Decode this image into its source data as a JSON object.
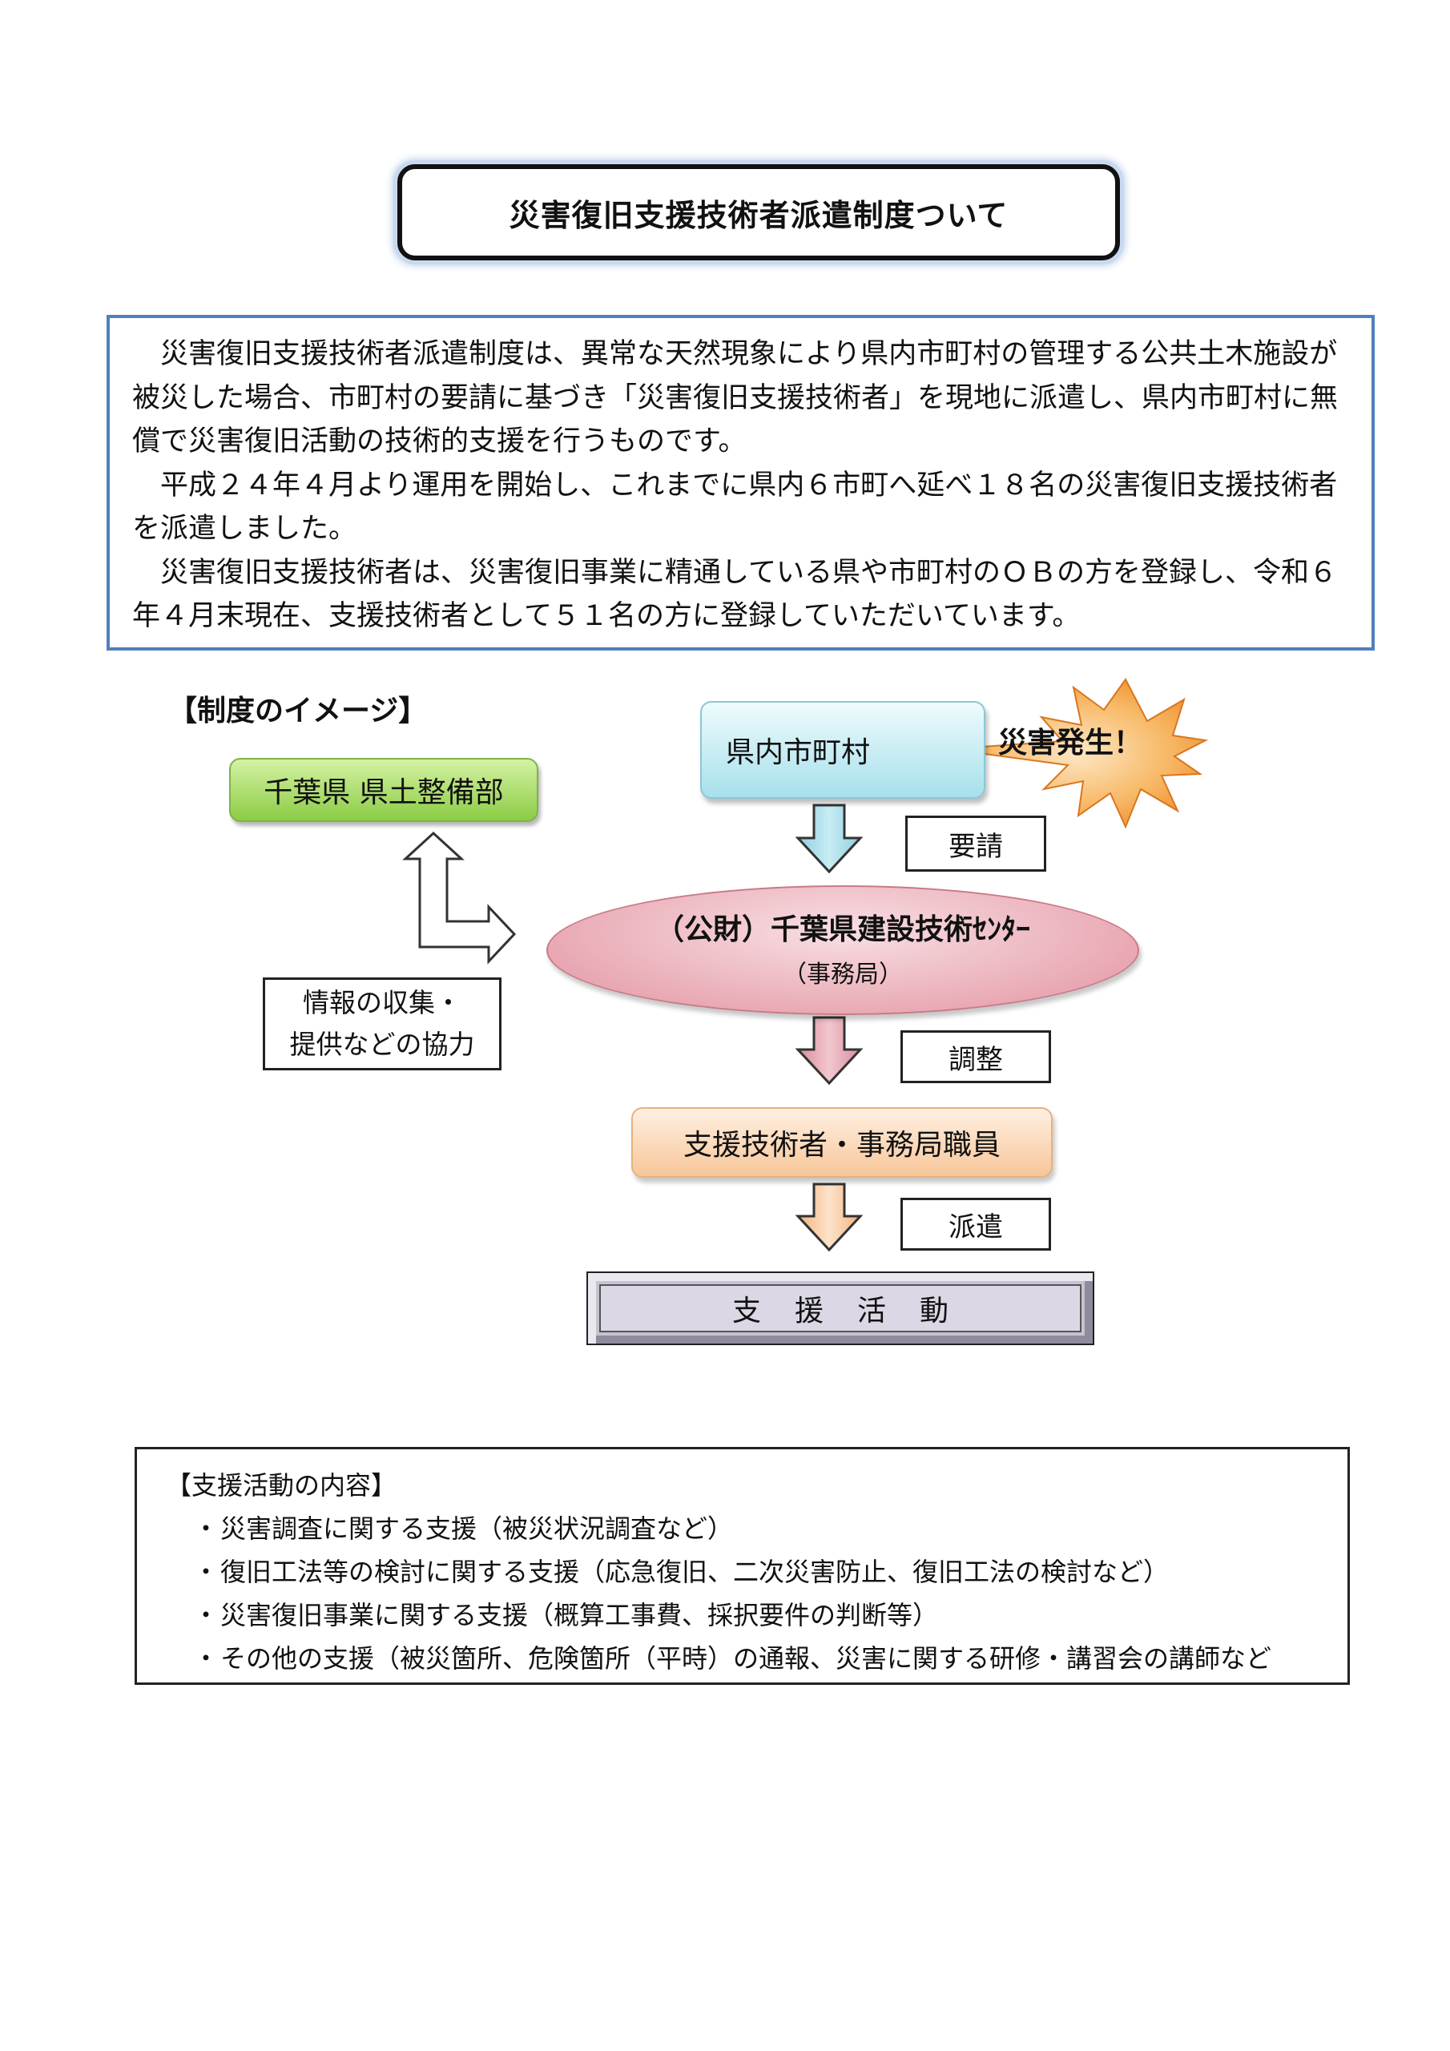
{
  "title": "災害復旧支援技術者派遣制度ついて",
  "intro": {
    "paragraphs": [
      "災害復旧支援技術者派遣制度は、異常な天然現象により県内市町村の管理する公共土木施設が被災した場合、市町村の要請に基づき「災害復旧支援技術者」を現地に派遣し、県内市町村に無償で災害復旧活動の技術的支援を行うものです。",
      "平成２４年４月より運用を開始し、これまでに県内６市町へ延べ１８名の災害復旧支援技術者を派遣しました。",
      "災害復旧支援技術者は、災害復旧事業に精通している県や市町村のＯＢの方を登録し、令和６年４月末現在、支援技術者として５１名の方に登録していただいています。"
    ]
  },
  "diagram": {
    "section_label": "【制度のイメージ】",
    "chiba_prefecture": "千葉県 県土整備部",
    "municipalities": "県内市町村",
    "disaster_burst": "災害発生！",
    "request": "要請",
    "center_name": "（公財）千葉県建設技術ｾﾝﾀｰ",
    "center_sub": "（事務局）",
    "info_label_line1": "情報の収集・",
    "info_label_line2": "提供などの協力",
    "adjust": "調整",
    "staff": "支援技術者・事務局職員",
    "dispatch": "派遣",
    "activity": "支援活動",
    "colors": {
      "chiba_green": "#8ccc45",
      "municipal_blue": "#a7e0ec",
      "center_pink": "#e8a6b1",
      "staff_orange": "#f7c699",
      "burst_orange": "#f39a3c",
      "intro_border": "#4f7fbf"
    }
  },
  "support_content": {
    "heading": "【支援活動の内容】",
    "items": [
      "災害調査に関する支援（被災状況調査など）",
      "復旧工法等の検討に関する支援（応急復旧、二次災害防止、復旧工法の検討など）",
      "災害復旧事業に関する支援（概算工事費、採択要件の判断等）",
      "その他の支援（被災箇所、危険箇所（平時）の通報、災害に関する研修・講習会の講師など"
    ]
  }
}
